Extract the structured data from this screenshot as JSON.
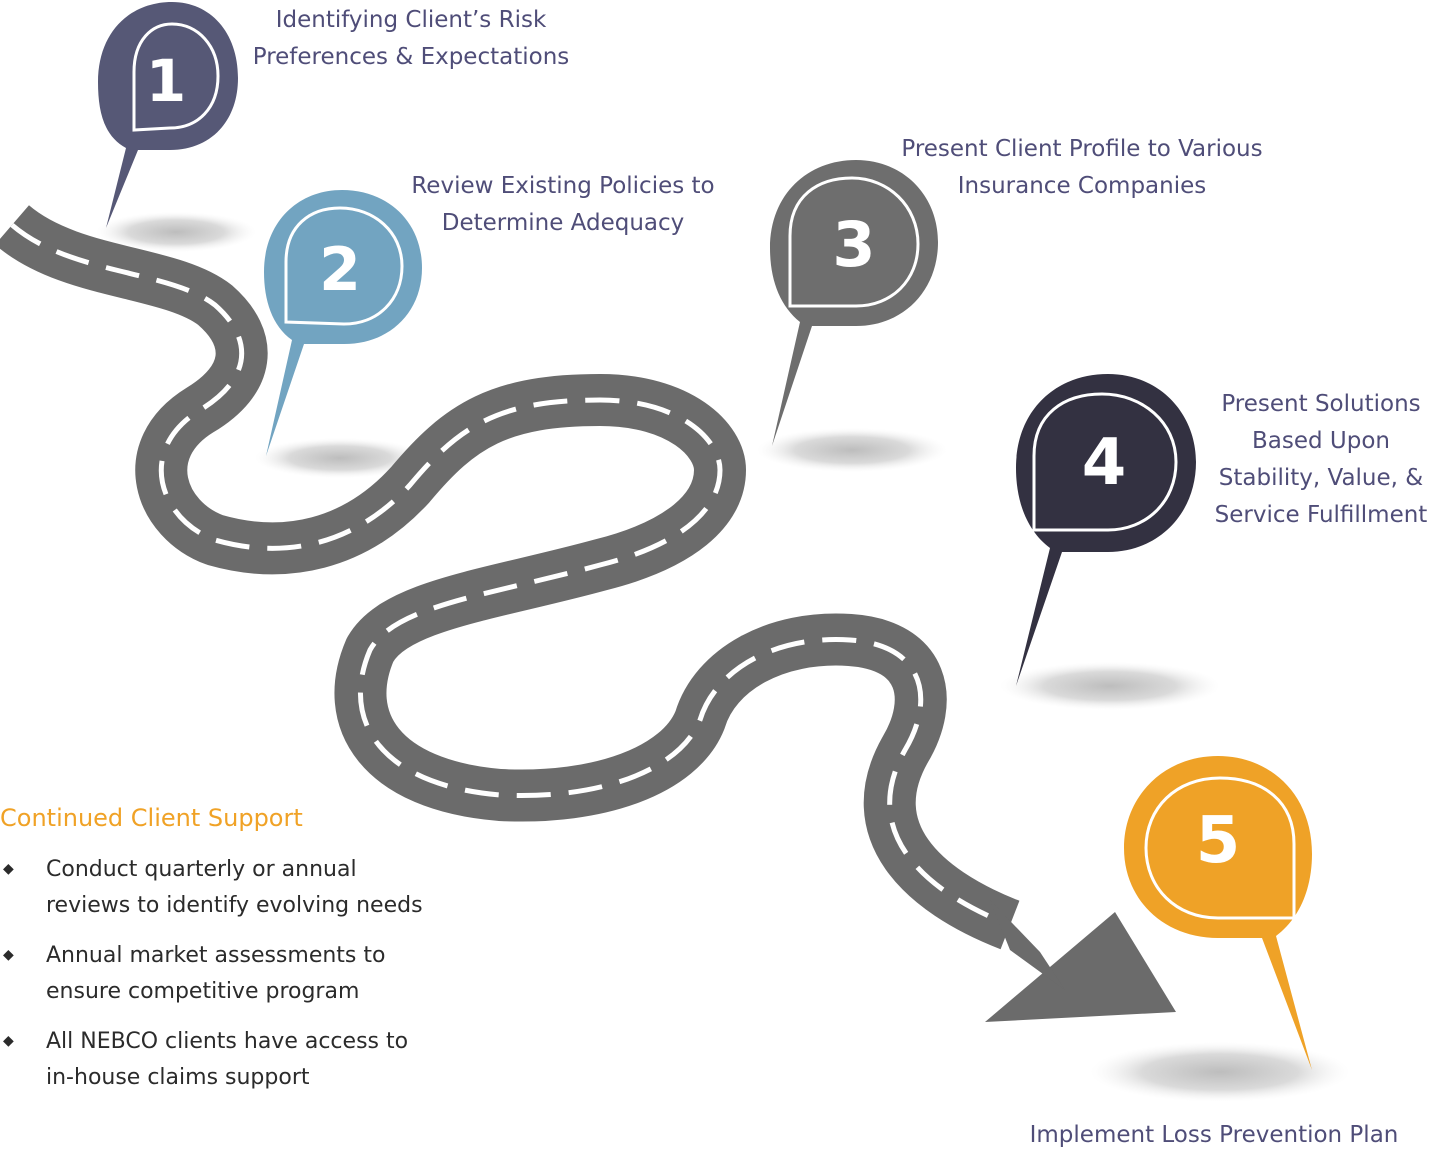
{
  "steps": [
    {
      "number": "1",
      "color": "#565876",
      "label": [
        "Identifying Client’s Risk",
        "Preferences & Expectations"
      ]
    },
    {
      "number": "2",
      "color": "#72a4c1",
      "label": [
        "Review Existing Policies to",
        "Determine Adequacy"
      ]
    },
    {
      "number": "3",
      "color": "#6e6e6e",
      "label": [
        "Present Client Profile to Various",
        "Insurance Companies"
      ]
    },
    {
      "number": "4",
      "color": "#333141",
      "label": [
        "Present Solutions",
        "Based Upon",
        "Stability, Value, &",
        "Service Fulfillment"
      ]
    },
    {
      "number": "5",
      "color": "#efa227",
      "label": [
        "Implement Loss Prevention Plan"
      ]
    }
  ],
  "support": {
    "title": "Continued Client Support",
    "items": [
      [
        "Conduct quarterly or annual",
        "reviews to identify evolving needs"
      ],
      [
        "Annual market assessments to",
        "ensure competitive program"
      ],
      [
        "All NEBCO clients have access to",
        "in-house claims support"
      ]
    ]
  },
  "colors": {
    "road": "#6b6b6b",
    "road_stripe": "#ffffff",
    "label_text": "#4f4d78",
    "support_title": "#f0a226",
    "body_text": "#2b2b2b"
  }
}
